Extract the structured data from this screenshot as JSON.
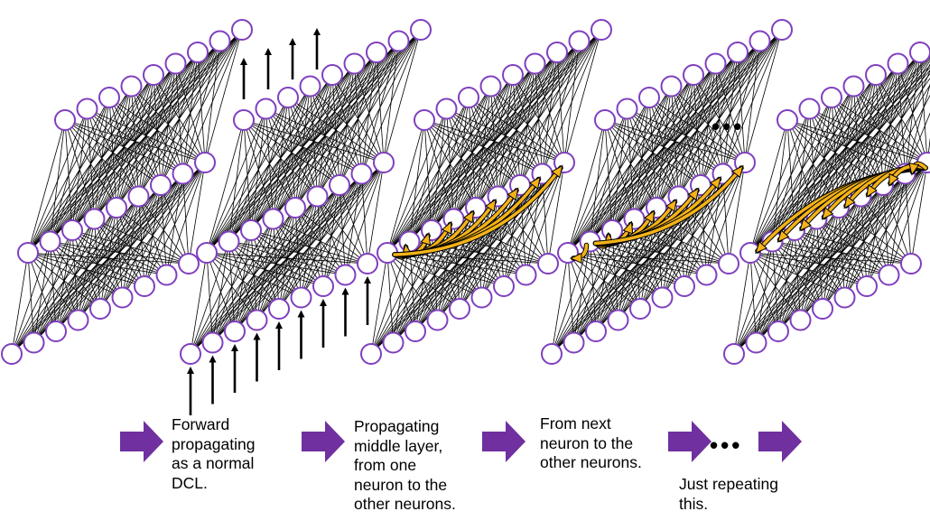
{
  "captions": {
    "step1": "Forward\npropagating\nas a normal\nDCL.",
    "step2": "Propagating\nmiddle layer,\nfrom one\nneuron to the\nother neurons.",
    "step3": "From next\nneuron to the\nother neurons.",
    "step4": "Just repeating\nthis."
  },
  "ellipsis_top": "•••",
  "ellipsis_bottom": "•••",
  "colors": {
    "neuron_stroke": "#7f3fbf",
    "connection": "#000000",
    "feedback_arrow": "#f5b318",
    "feedback_outline": "#000000",
    "step_arrow": "#7030a0"
  },
  "network": {
    "layers": 3,
    "neurons_per_layer": 9,
    "panels": [
      {
        "id": "initial",
        "input_arrows": false,
        "output_arrows": false,
        "feedback": "none"
      },
      {
        "id": "forward",
        "input_arrows": true,
        "output_arrows": true,
        "feedback": "none"
      },
      {
        "id": "first-neuron",
        "input_arrows": false,
        "output_arrows": false,
        "feedback": "from-first"
      },
      {
        "id": "next-neuron",
        "input_arrows": false,
        "output_arrows": false,
        "feedback": "from-second"
      },
      {
        "id": "last-neuron",
        "input_arrows": false,
        "output_arrows": false,
        "feedback": "from-last"
      }
    ]
  }
}
